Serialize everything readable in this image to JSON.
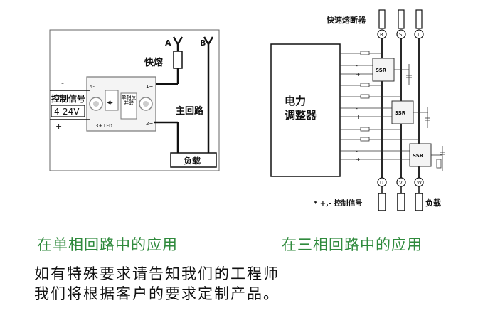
{
  "single_phase": {
    "terminal_a": "A",
    "terminal_b": "B",
    "fuse_label": "快熔",
    "control_label": "控制信号",
    "voltage": "4-24V",
    "minus_left": "-",
    "plus_left": "+",
    "pin_top": "1~",
    "pin_bottom": "2~",
    "pin_top_left": "4-",
    "pin_bottom_left": "3+",
    "led_label": "LED",
    "module_text": "单相反并联",
    "main_loop": "主回路",
    "load": "负载"
  },
  "three_phase": {
    "fuse_title": "快速熔断器",
    "phase_in": [
      "R",
      "S",
      "T"
    ],
    "phase_out": [
      "U",
      "V",
      "W"
    ],
    "controller_line1": "电力",
    "controller_line2": "调整器",
    "ssr_label": "SSR",
    "signal_note": "* +,- 控制信号",
    "load": "负载"
  },
  "captions": {
    "single": "在单相回路中的应用",
    "three": "在三相回路中的应用"
  },
  "note": {
    "line1": "如有特殊要求请告知我们的工程师",
    "line2": "我们将根据客户的要求定制产品。"
  },
  "colors": {
    "caption": "#2f8a3c",
    "line": "#111111"
  }
}
